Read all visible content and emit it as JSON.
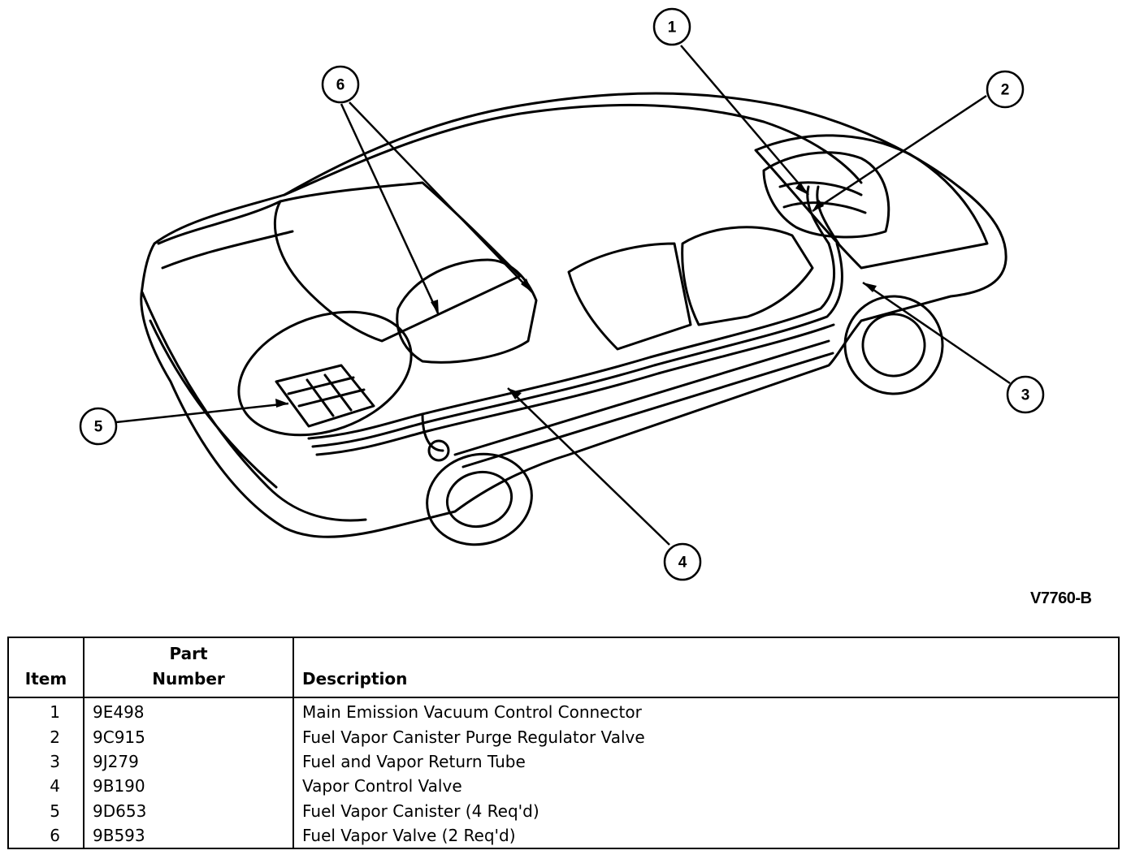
{
  "callouts": [
    "1",
    "2",
    "3",
    "4",
    "5",
    "6"
  ],
  "figure_id": "V7760-B",
  "table": {
    "headers": {
      "item": "Item",
      "part_line1": "Part",
      "part_line2": "Number",
      "description": "Description"
    },
    "rows": [
      {
        "item": "1",
        "part": "9E498",
        "description": "Main Emission Vacuum Control Connector"
      },
      {
        "item": "2",
        "part": "9C915",
        "description": "Fuel Vapor Canister Purge Regulator Valve"
      },
      {
        "item": "3",
        "part": "9J279",
        "description": "Fuel and Vapor Return Tube"
      },
      {
        "item": "4",
        "part": "9B190",
        "description": "Vapor Control Valve"
      },
      {
        "item": "5",
        "part": "9D653",
        "description": "Fuel Vapor Canister (4 Req'd)"
      },
      {
        "item": "6",
        "part": "9B593",
        "description": "Fuel Vapor Valve (2 Req'd)"
      }
    ]
  }
}
